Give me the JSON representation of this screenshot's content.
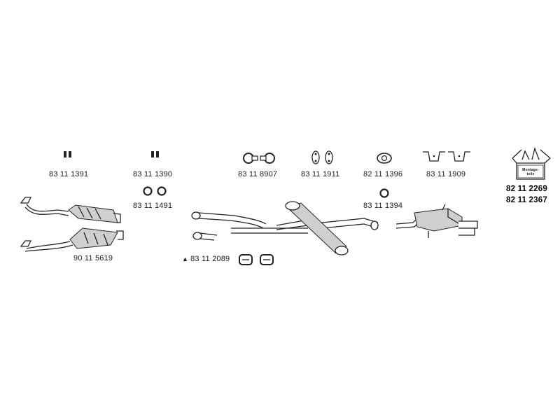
{
  "part_numbers": {
    "pad_front": "83 11 1391",
    "pad_mid": "83 11 1390",
    "rings_mid": "83 11 1491",
    "cat_lower": "90 11 5619",
    "clamps_front": "83 11 8907",
    "hanger_a": "83 11 1911",
    "gasket_a": "82 11 1396",
    "ring_rear": "83 11 1394",
    "hanger_rear": "83 11 1909",
    "clamp_set": "83 11 2089",
    "kit_1": "82 11 2269",
    "kit_2": "82 11 2367"
  },
  "warning_symbol": "▲",
  "kit_box_label": "Montage-teile",
  "colors": {
    "line": "#222222",
    "shade": "#cfcfcf",
    "background": "#ffffff"
  }
}
